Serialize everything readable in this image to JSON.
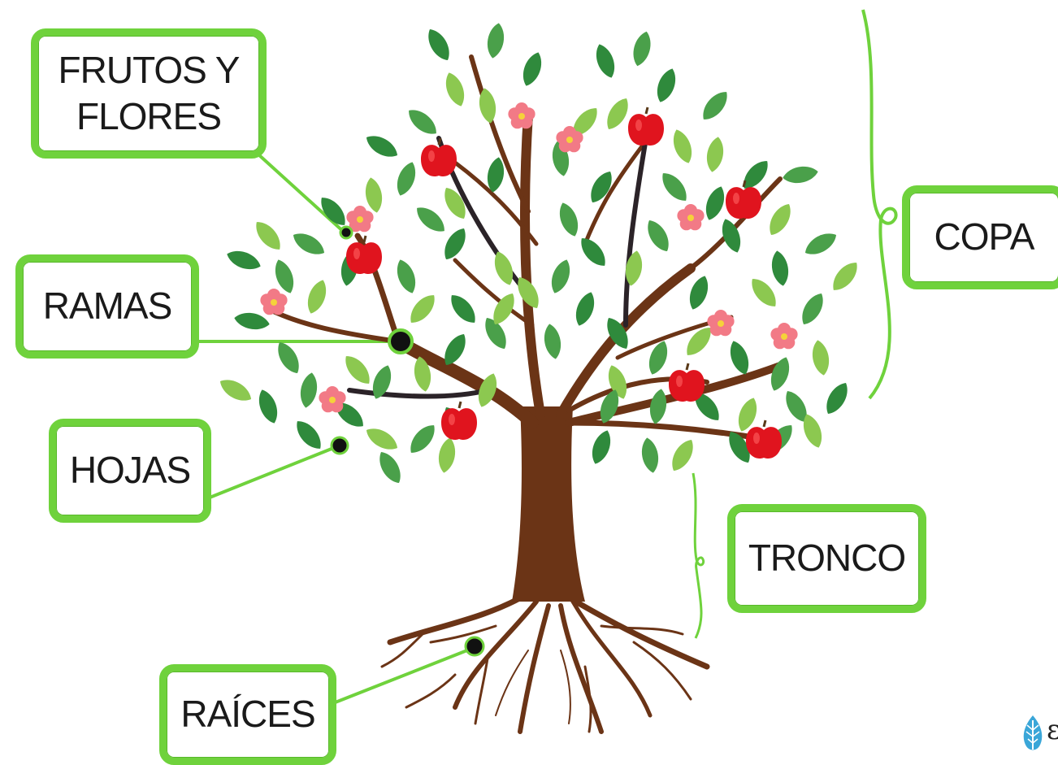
{
  "labels": {
    "frutos_line1": "FRUTOS Y",
    "frutos_line2": "FLORES",
    "ramas": "RAMAS",
    "hojas": "HOJAS",
    "raices": "RAÍCES",
    "copa": "COPA",
    "tronco": "TRONCO"
  },
  "logo_partial_text": "ε",
  "colors": {
    "accent_green": "#6fd23c",
    "trunk_brown": "#6b3416",
    "dark_branch": "#2b2328",
    "leaf_dark": "#2f8a3c",
    "leaf_mid": "#4aa04a",
    "leaf_light": "#8cc850",
    "apple_red": "#e0141e",
    "flower_pink": "#f27a86",
    "flower_center": "#f5d23a"
  },
  "icons": [
    "leaf-logo-icon"
  ]
}
